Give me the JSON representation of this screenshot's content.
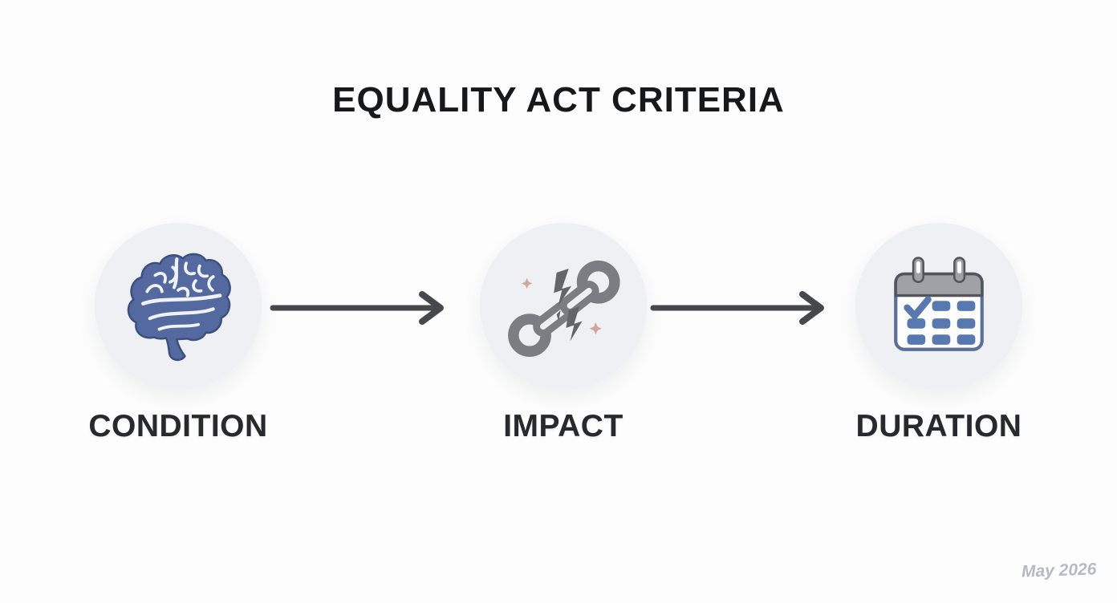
{
  "title": "EQUALITY ACT CRITERIA",
  "steps": [
    {
      "label": "CONDITION",
      "icon": "brain-icon"
    },
    {
      "label": "IMPACT",
      "icon": "broken-chain-icon"
    },
    {
      "label": "DURATION",
      "icon": "calendar-icon"
    }
  ],
  "arrows": [
    {
      "from": "condition",
      "to": "impact"
    },
    {
      "from": "impact",
      "to": "duration"
    }
  ],
  "watermark": "May 2026",
  "colors": {
    "page-bg": "#fdfdfd",
    "circle-bg": "#eef0f3",
    "title-color": "#17181a",
    "label-color": "#28292c",
    "arrow-color": "#46484c",
    "brain-blue": "#53699f",
    "brain-stroke": "#3c5080",
    "chain-gray": "#7b7d83",
    "chain-dark": "#63656b",
    "sparkle-pink": "#cfa79b",
    "calendar-blue": "#5878b2",
    "calendar-border": "#5c6f99",
    "calendar-header": "#9fa1a6",
    "calendar-header-stroke": "#53555a",
    "watermark-color": "#b4bac2"
  }
}
